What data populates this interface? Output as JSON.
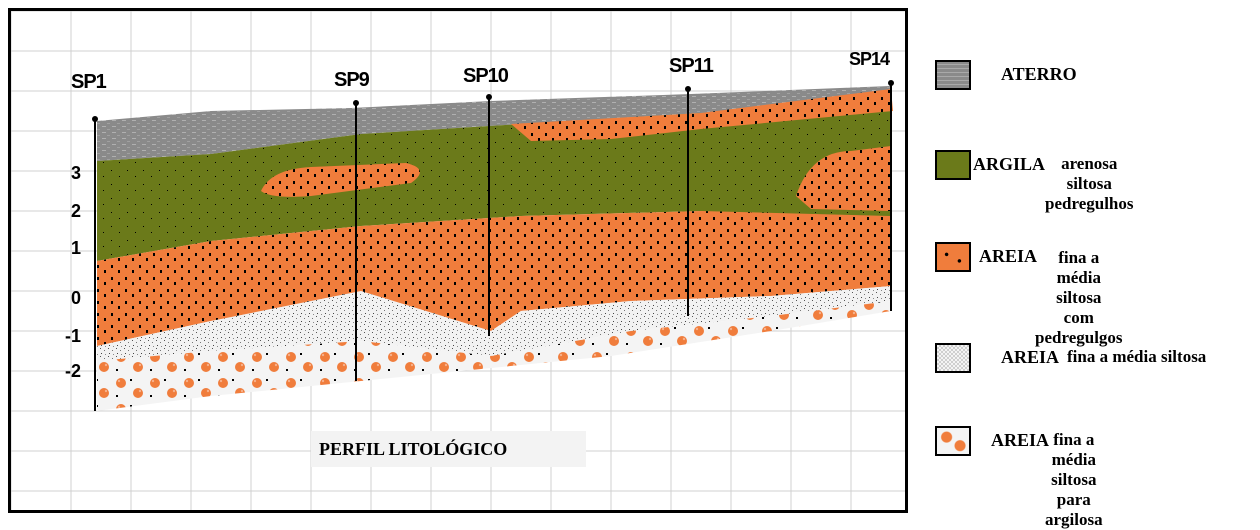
{
  "diagram": {
    "title": "PERFIL LITOLÓGICO",
    "boreholes": [
      {
        "label": "SP1"
      },
      {
        "label": "SP9"
      },
      {
        "label": "SP10"
      },
      {
        "label": "SP11"
      },
      {
        "label": "SP14"
      }
    ],
    "depth_labels": [
      "3",
      "2",
      "1",
      "0",
      "-1",
      "-2"
    ]
  },
  "legend": [
    {
      "name": "ATERRO",
      "description": "",
      "pattern": "aterro-gray",
      "color": "#8c8c8c"
    },
    {
      "name": "ARGILA",
      "description": "arenosa siltosa\npedregulhos",
      "pattern": "argila-olive",
      "color": "#6b7a1a"
    },
    {
      "name": "AREIA",
      "description": "fina a média siltosa\ncom pedregulgos",
      "pattern": "areia-orange",
      "color": "#f07d3c"
    },
    {
      "name": "AREIA",
      "description": "fina a média siltosa",
      "pattern": "areia-speckled",
      "color": "#f0f0f0"
    },
    {
      "name": "AREIA",
      "description": "fina a média siltosa\npara argilosa",
      "pattern": "areia-orange-dots",
      "color": "#f07d3c"
    }
  ]
}
